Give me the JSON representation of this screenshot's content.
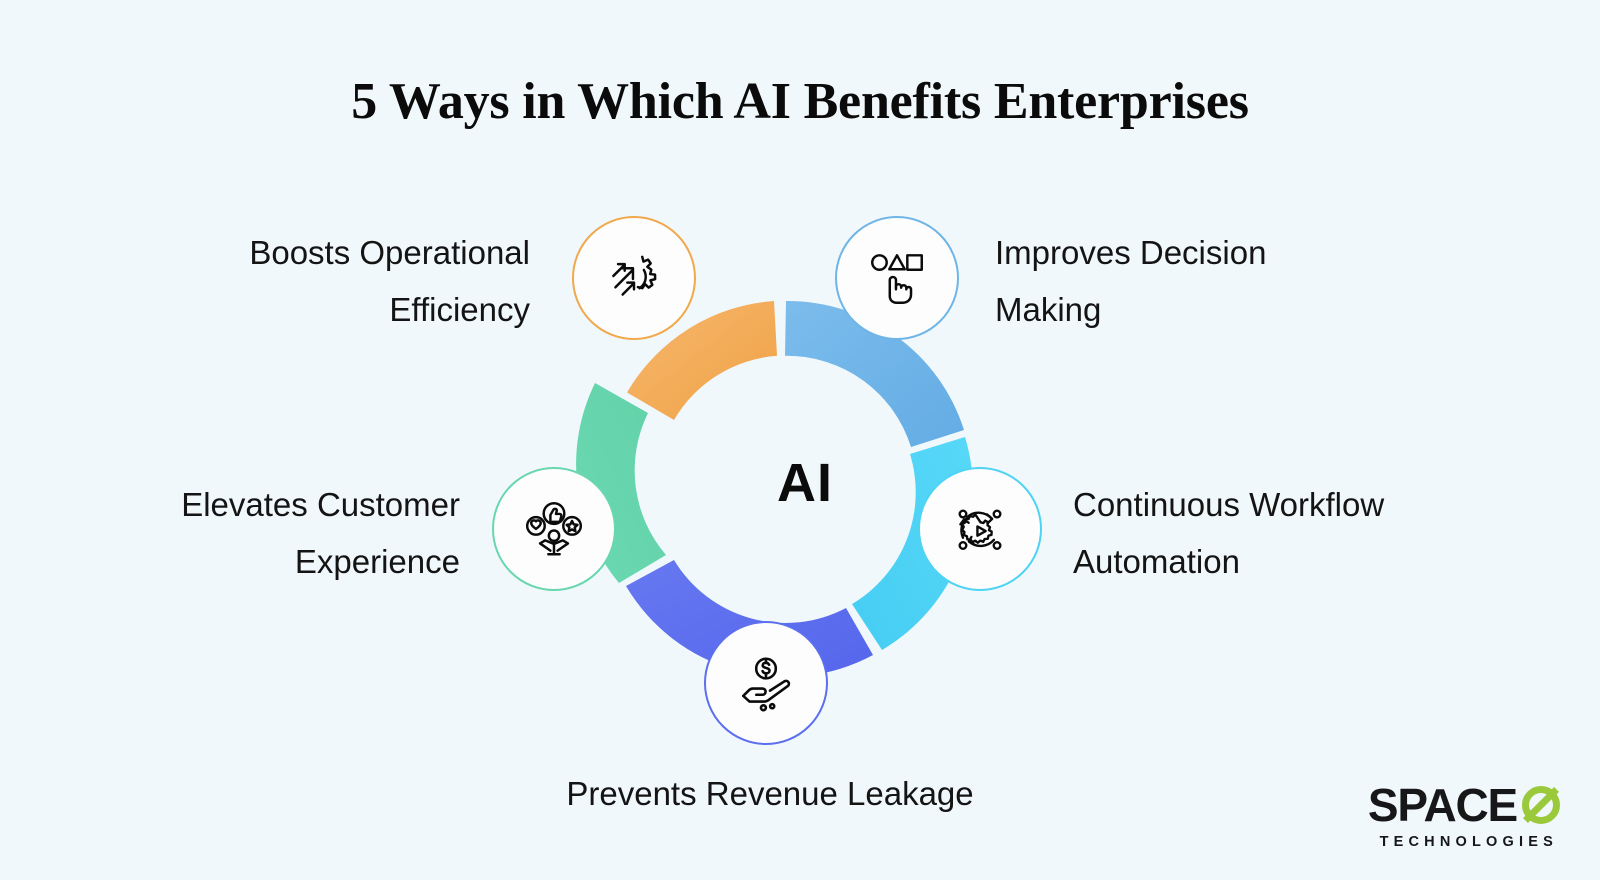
{
  "page": {
    "background_color": "#F0F8FC",
    "title": "5 Ways in Which AI Benefits Enterprises"
  },
  "diagram": {
    "center_label": "AI",
    "type": "pentagon-cycle",
    "nodes": [
      {
        "id": "operational-efficiency",
        "label": "Boosts Operational Efficiency",
        "label_lines": [
          "Boosts Operational",
          "Efficiency"
        ],
        "icon": "gear-arrows-icon",
        "accent_color": "#F0A94C",
        "arc_color": "#F5AE5C",
        "position": "top-left"
      },
      {
        "id": "decision-making",
        "label": "Improves Decision Making",
        "label_lines": [
          "Improves Decision",
          "Making"
        ],
        "icon": "shapes-pointer-icon",
        "accent_color": "#6FB5E8",
        "arc_color": "#6FB5E8",
        "position": "top-right"
      },
      {
        "id": "workflow-automation",
        "label": "Continuous Workflow Automation",
        "label_lines": [
          "Continuous Workflow",
          "Automation"
        ],
        "icon": "gear-play-cycle-icon",
        "accent_color": "#4FD3F5",
        "arc_color": "#4FD3F5",
        "position": "right"
      },
      {
        "id": "revenue-leakage",
        "label": "Prevents Revenue Leakage",
        "label_lines": [
          "Prevents Revenue Leakage"
        ],
        "icon": "hand-coin-drip-icon",
        "accent_color": "#5C6FEE",
        "arc_color": "#5C6FEE",
        "position": "bottom"
      },
      {
        "id": "customer-experience",
        "label": "Elevates Customer Experience",
        "label_lines": [
          "Elevates Customer",
          "Experience"
        ],
        "icon": "person-feedback-icon",
        "accent_color": "#68D6AE",
        "arc_color": "#68D6AE",
        "position": "left"
      }
    ]
  },
  "logo": {
    "word": "SPACE",
    "mark": "slashed-o",
    "mark_color": "#9ACA3C",
    "subtitle": "TECHNOLOGIES"
  }
}
